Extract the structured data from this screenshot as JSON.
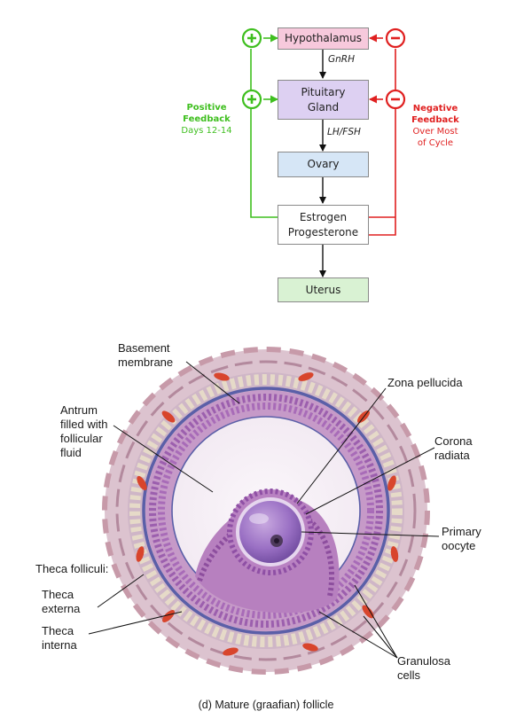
{
  "feedback_diagram": {
    "boxes": {
      "hypothalamus": "Hypothalamus",
      "pituitary_line1": "Pituitary",
      "pituitary_line2": "Gland",
      "ovary": "Ovary",
      "estrogen": "Estrogen",
      "progesterone": "Progesterone",
      "uterus": "Uterus"
    },
    "signals": {
      "gnrh": "GnRH",
      "lh_fsh": "LH/FSH"
    },
    "positive": {
      "title1": "Positive",
      "title2": "Feedback",
      "note": "Days 12-14",
      "color": "#3fbf1f"
    },
    "negative": {
      "title1": "Negative",
      "title2": "Feedback",
      "note1": "Over Most",
      "note2": "of Cycle",
      "color": "#e02020"
    },
    "box_colors": {
      "hypothalamus": "#f7c9dc",
      "pituitary": "#ddd0f2",
      "ovary": "#d6e6f6",
      "estrogen": "#ffffff",
      "uterus": "#d9f2d3"
    }
  },
  "follicle": {
    "labels": {
      "basement1": "Basement",
      "basement2": "membrane",
      "zona": "Zona pellucida",
      "antrum1": "Antrum",
      "antrum2": "filled with",
      "antrum3": "follicular",
      "antrum4": "fluid",
      "corona1": "Corona",
      "corona2": "radiata",
      "oocyte1": "Primary",
      "oocyte2": "oocyte",
      "theca": "Theca folliculi:",
      "externa1": "Theca",
      "externa2": "externa",
      "interna1": "Theca",
      "interna2": "interna",
      "granulosa1": "Granulosa",
      "granulosa2": "cells"
    },
    "caption": "(d) Mature (graafian) follicle"
  }
}
